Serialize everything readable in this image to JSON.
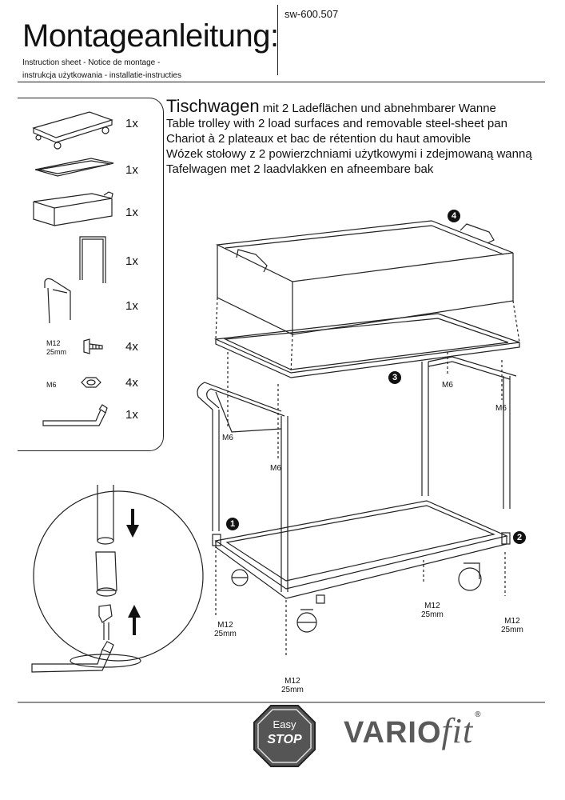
{
  "header": {
    "title": "Montageanleitung:",
    "code": "sw-600.507",
    "subtitle_line1": "Instruction sheet - Notice de montage  -",
    "subtitle_line2": "instrukcja użytkowania - installatie-instructies"
  },
  "product": {
    "title_big": "Tischwagen",
    "title_rest": " mit 2 Ladeflächen und abnehmbarer Wanne",
    "lines": [
      "Table trolley with 2 load surfaces and removable steel-sheet pan",
      "Chariot à 2 plateaux et bac de rétention du haut amovible",
      "Wózek stołowy z 2 powierzchniami użytkowymi i zdejmowaną wanną",
      "Tafelwagen met 2 laadvlakken en afneembare bak"
    ]
  },
  "parts": [
    {
      "name": "base-frame",
      "qty": "1x",
      "label": ""
    },
    {
      "name": "top-frame",
      "qty": "1x",
      "label": ""
    },
    {
      "name": "pan",
      "qty": "1x",
      "label": ""
    },
    {
      "name": "u-leg",
      "qty": "1x",
      "label": ""
    },
    {
      "name": "handle-leg",
      "qty": "1x",
      "label": ""
    },
    {
      "name": "bolt",
      "qty": "4x",
      "label": "M12\n25mm"
    },
    {
      "name": "nut",
      "qty": "4x",
      "label": "M6"
    },
    {
      "name": "allen-key",
      "qty": "1x",
      "label": ""
    }
  ],
  "callouts": {
    "m6": "M6",
    "m12": "M12",
    "len": "25mm"
  },
  "steps": [
    "1",
    "2",
    "3",
    "4"
  ],
  "footer": {
    "easy_top": "Easy",
    "easy_bottom": "STOP",
    "brand_main": "VARIO",
    "brand_fit": "fit",
    "brand_reg": "®"
  }
}
